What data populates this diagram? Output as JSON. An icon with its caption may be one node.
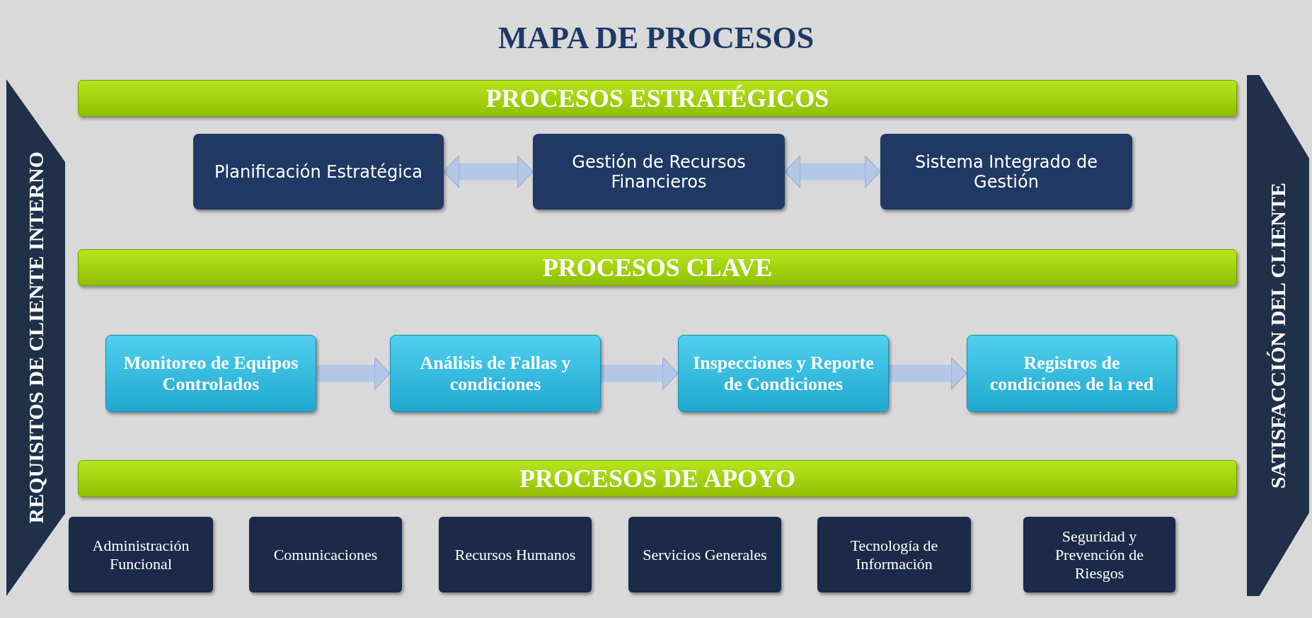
{
  "diagram": {
    "title": "MAPA DE PROCESOS",
    "nodes": [
      {
        "text": [
          "REQUISITOS DE CLIENTE INTERNO"
        ]
      },
      {
        "text": [
          "PROCESOS ESTRATÉGICOS"
        ]
      },
      {
        "text": [
          "Planificación Estratégica"
        ]
      },
      {
        "text": [
          "Gestión de Recursos Financieros"
        ]
      },
      {
        "text": [
          "Sistema Integrado de Gestión"
        ]
      },
      {
        "text": [
          "PROCESOS CLAVE"
        ]
      },
      {
        "text": [
          "Monitoreo de Equipos Controlados"
        ]
      },
      {
        "text": [
          "Análisis de Fallas y condiciones"
        ]
      },
      {
        "text": [
          "Inspecciones y Reporte de Condiciones"
        ]
      },
      {
        "text": [
          "Registros de condiciones de la red"
        ]
      },
      {
        "text": [
          "PROCESOS DE APOYO"
        ]
      },
      {
        "text": [
          "Administración Funcional"
        ]
      },
      {
        "text": [
          "Comunicaciones"
        ]
      },
      {
        "text": [
          "Recursos Humanos"
        ]
      },
      {
        "text": [
          "Servicios Generales"
        ]
      },
      {
        "text": [
          "Tecnología de Información"
        ]
      },
      {
        "text": [
          "Seguridad y Prevención de Riesgos"
        ]
      },
      {
        "text": [
          "SATISFACCIÓN DEL CLIENTE"
        ]
      }
    ],
    "edges": [
      {
        "from": 2,
        "to": 3,
        "arrow": "both"
      },
      {
        "from": 3,
        "to": 4,
        "arrow": "both"
      },
      {
        "from": 6,
        "to": 7,
        "arrow": "to"
      },
      {
        "from": 7,
        "to": 8,
        "arrow": "to"
      },
      {
        "from": 8,
        "to": 9,
        "arrow": "to"
      }
    ]
  }
}
